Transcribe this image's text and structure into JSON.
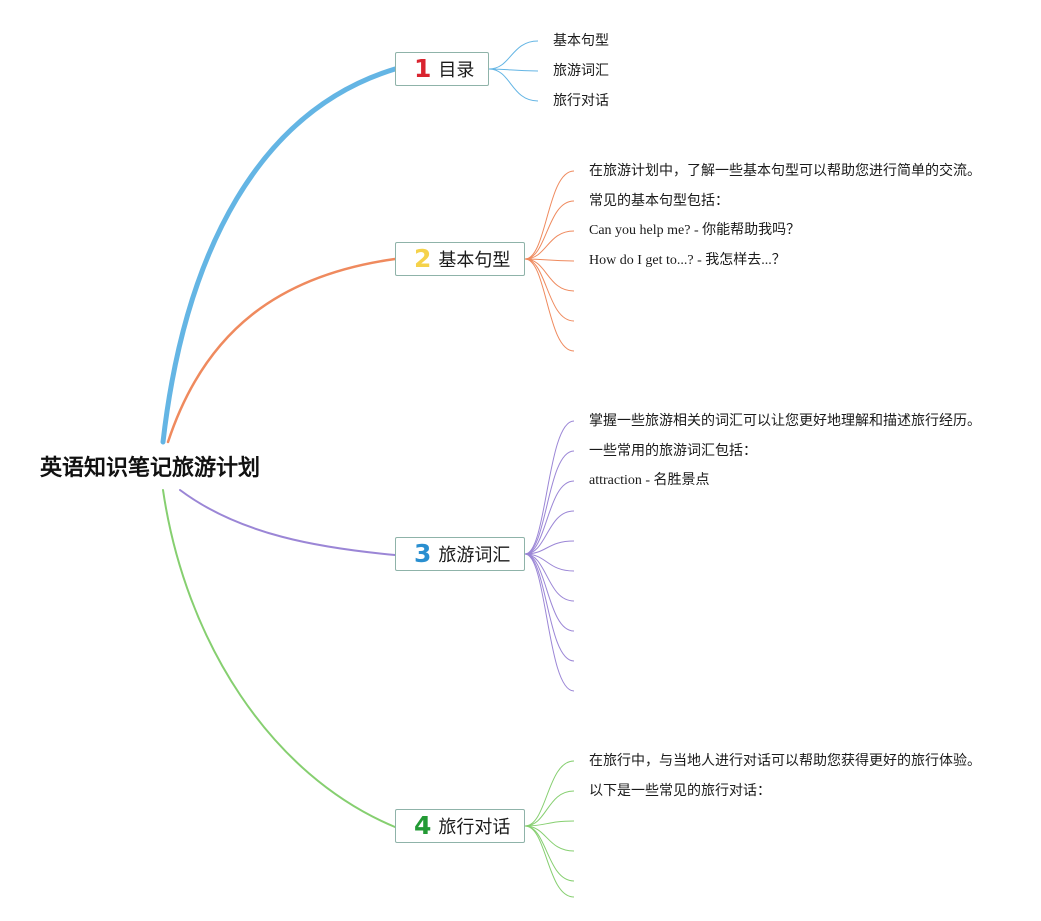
{
  "root": {
    "title": "英语知识笔记旅游计划"
  },
  "colors": {
    "branch1": "#64b5e4",
    "branch2": "#ef8a5e",
    "branch3": "#9b86d6",
    "branch4": "#86cf70",
    "num1": "#d9242f",
    "num2": "#f5d24a",
    "num3": "#2a8fd0",
    "num4": "#239a35",
    "box_border": "#8fb3a9"
  },
  "topics": [
    {
      "number": "1",
      "label": "目录",
      "leaves": [
        "基本句型",
        "旅游词汇",
        "旅行对话"
      ]
    },
    {
      "number": "2",
      "label": "基本句型",
      "leaves": [
        "在旅游计划中，了解一些基本句型可以帮助您进行简单的交流。",
        "常见的基本句型包括：",
        "Can you help me? - 你能帮助我吗？",
        "How do I get to...? - 我怎样去...？",
        "",
        "",
        ""
      ]
    },
    {
      "number": "3",
      "label": "旅游词汇",
      "leaves": [
        "掌握一些旅游相关的词汇可以让您更好地理解和描述旅行经历。",
        "一些常用的旅游词汇包括：",
        "attraction - 名胜景点",
        "",
        "",
        "",
        "",
        "",
        "",
        ""
      ]
    },
    {
      "number": "4",
      "label": "旅行对话",
      "leaves": [
        "在旅行中，与当地人进行对话可以帮助您获得更好的旅行体验。",
        "以下是一些常见的旅行对话：",
        "",
        "",
        "",
        ""
      ]
    }
  ]
}
